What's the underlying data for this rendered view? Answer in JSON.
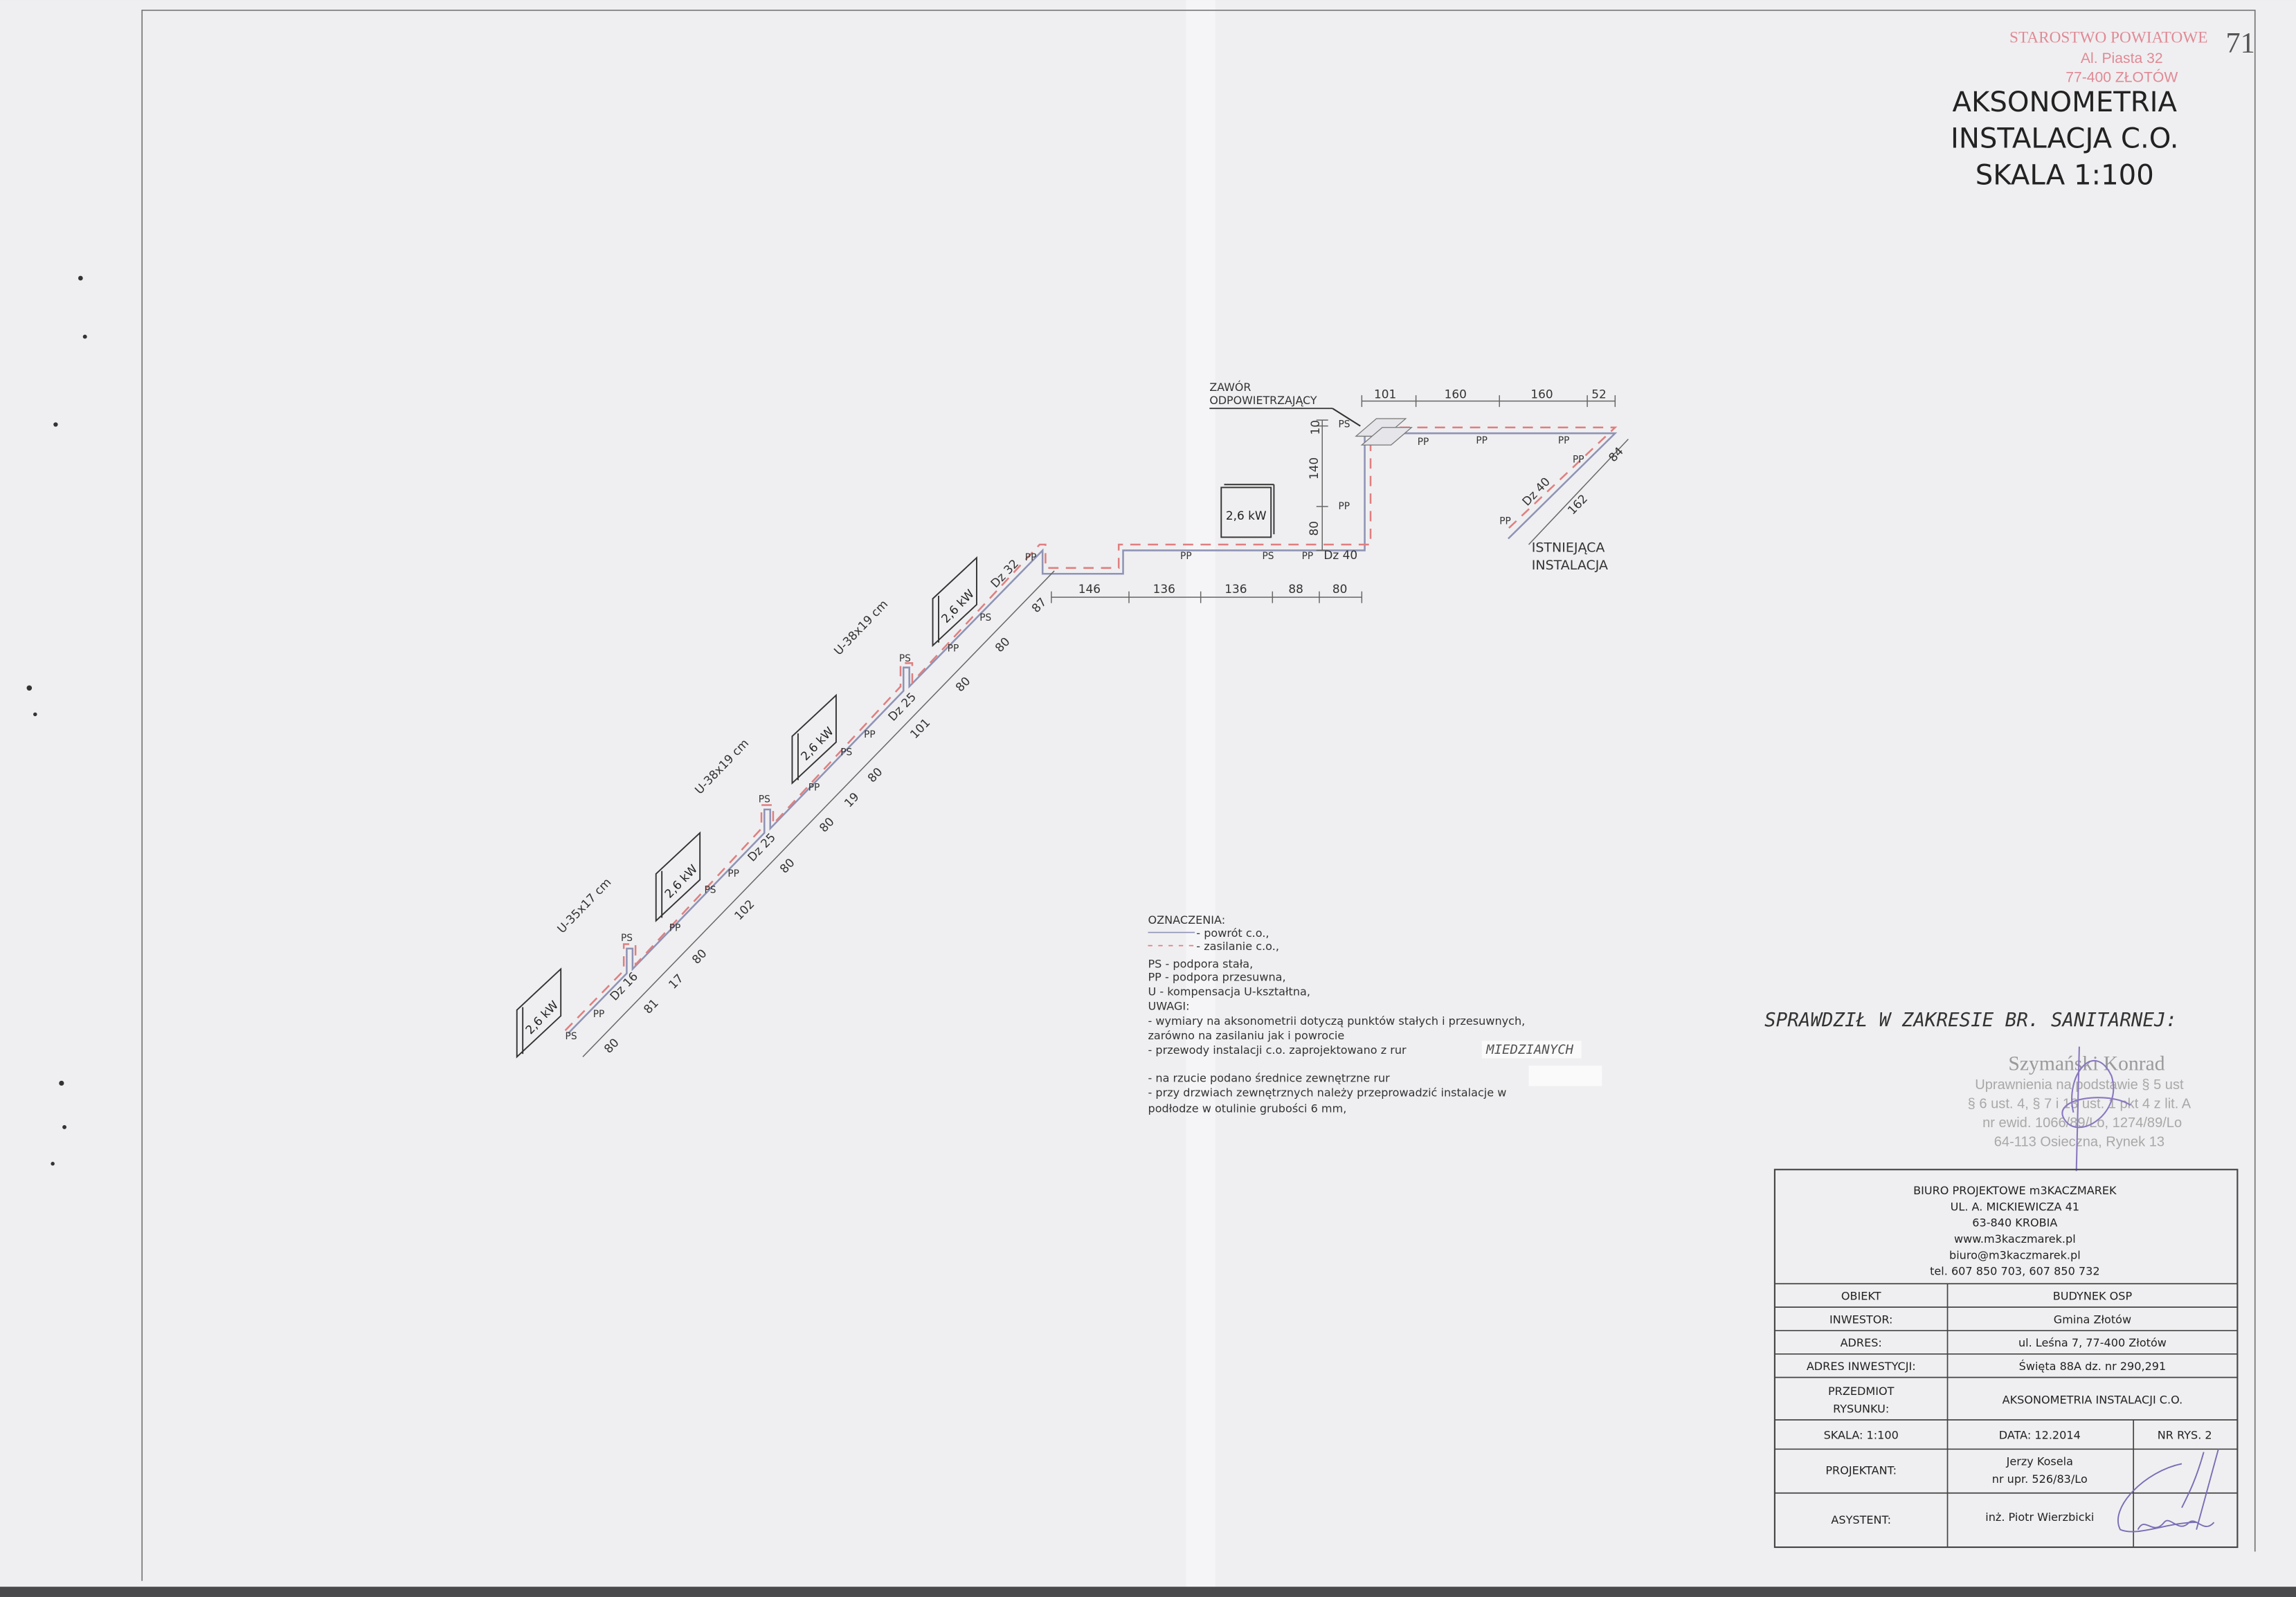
{
  "title": {
    "line1": "AKSONOMETRIA",
    "line2": "INSTALACJA C.O.",
    "line3": "SKALA 1:100"
  },
  "page_number": "71",
  "office_stamp": {
    "line1": "STAROSTWO POWIATOWE",
    "line2": "Al. Piasta 32",
    "line3": "77-400 ZŁOTÓW"
  },
  "diagram": {
    "valve_label": [
      "ZAWÓR",
      "ODPOWIETRZAJĄCY"
    ],
    "existing_label": [
      "ISTNIEJĄCA",
      "INSTALACJA"
    ],
    "radiator_power": "2,6 kW",
    "top_dims": [
      "101",
      "160",
      "160",
      "52"
    ],
    "vertical_dims": [
      "10",
      "140",
      "80"
    ],
    "return_dims": [
      "84",
      "162"
    ],
    "horizontal_dims": [
      "146",
      "136",
      "136",
      "88",
      "80"
    ],
    "diagonal_dims": [
      "80",
      "81",
      "17",
      "80",
      "102",
      "80",
      "80",
      "19",
      "80",
      "101",
      "80",
      "80",
      "87"
    ],
    "pipe_sizes": [
      "Dz 16",
      "Dz 25",
      "Dz 25",
      "Dz 32",
      "Dz 40",
      "Dz 40"
    ],
    "compensators": [
      "U-35x17 cm",
      "U-38x19 cm",
      "U-38x19 cm"
    ],
    "support_fixed": "PS",
    "support_sliding": "PP"
  },
  "legend": {
    "heading": "OZNACZENIA:",
    "return_line": "- powrót c.o.,",
    "supply_line": "- zasilanie c.o.,",
    "ps": "PS - podpora stała,",
    "pp": "PP - podpora przesuwna,",
    "u": "U - kompensacja U-kształtna,",
    "notes_heading": "UWAGI:",
    "note1a": "- wymiary na aksonometrii dotyczą punktów stałych i przesuwnych,",
    "note1b": "zarówno na zasilaniu jak i powrocie",
    "note2": "- przewody instalacji c.o. zaprojektowano z rur",
    "note2_hand": "MIEDZIANYCH",
    "note3": "- na rzucie podano średnice zewnętrzne rur",
    "note4a": "- przy drzwiach zewnętrznych należy przeprowadzić instalacje w",
    "note4b": "podłodze w otulinie grubości 6 mm,"
  },
  "review_note": "SPRAWDZIŁ W ZAKRESIE BR. SANITARNEJ:",
  "reviewer_stamp": {
    "name": "Szymański Konrad",
    "line1": "Uprawnienia na podstawie § 5 ust",
    "line2": "§ 6 ust. 4, § 7 i 13 ust. 1 pkt 4 z lit. A",
    "line3": "nr ewid. 1066/89/Lo, 1274/89/Lo",
    "line4": "64-113 Osieczna, Rynek 13"
  },
  "title_block": {
    "office": [
      "BIURO PROJEKTOWE m3KACZMAREK",
      "UL. A. MICKIEWICZA 41",
      "63-840 KROBIA",
      "www.m3kaczmarek.pl",
      "biuro@m3kaczmarek.pl",
      "tel. 607 850 703, 607 850 732"
    ],
    "rows": [
      {
        "label": "OBIEKT",
        "value": "BUDYNEK OSP"
      },
      {
        "label": "INWESTOR:",
        "value": "Gmina Złotów"
      },
      {
        "label": "ADRES:",
        "value": "ul. Leśna 7, 77-400 Złotów"
      },
      {
        "label": "ADRES INWESTYCJI:",
        "value": "Święta 88A dz. nr 290,291"
      }
    ],
    "subject_label": [
      "PRZEDMIOT",
      "RYSUNKU:"
    ],
    "subject_value": "AKSONOMETRIA INSTALACJI C.O.",
    "scale": "SKALA: 1:100",
    "date": "DATA: 12.2014",
    "drawing_no": "NR RYS. 2",
    "designer_label": "PROJEKTANT:",
    "designer_name": "Jerzy Kosela",
    "designer_license": "nr upr. 526/83/Lo",
    "assistant_label": "ASYSTENT:",
    "assistant_name": "inż. Piotr Wierzbicki"
  },
  "colors": {
    "return_pipe": "#8f93b5",
    "supply_pipe": "#e07f7f",
    "stamp": "#e08a95"
  }
}
